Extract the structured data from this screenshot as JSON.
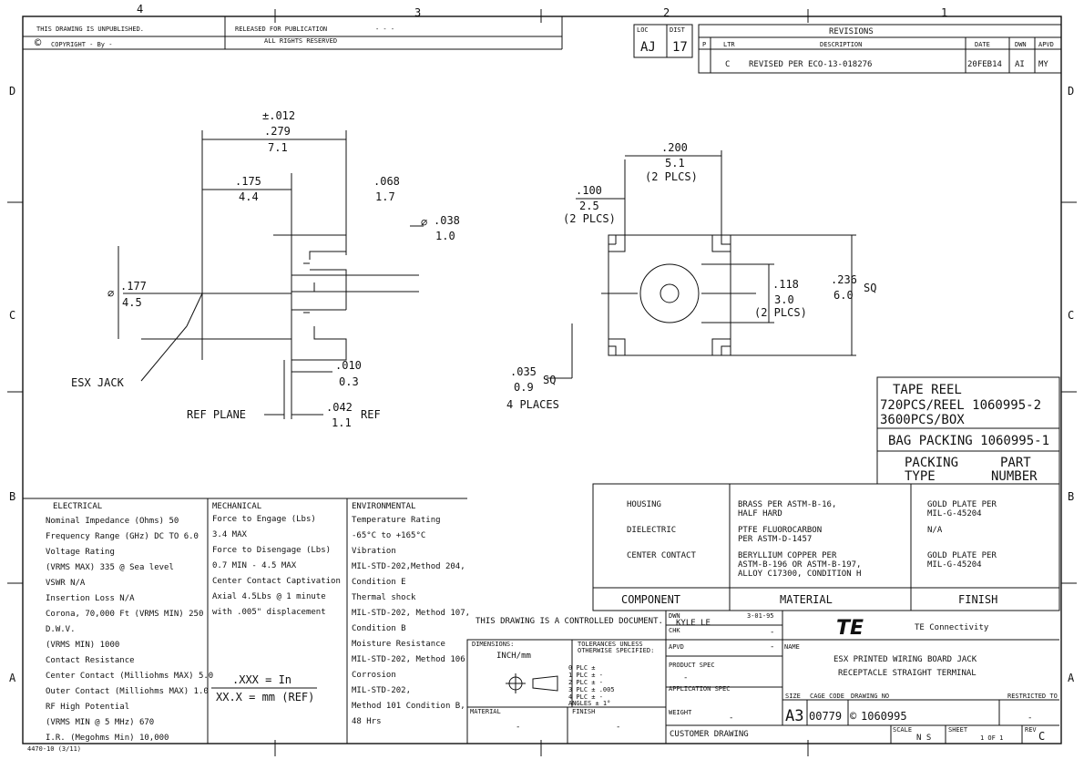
{
  "zones": {
    "top": [
      "4",
      "3",
      "2",
      "1"
    ],
    "side": [
      "D",
      "C",
      "B",
      "A"
    ]
  },
  "header": {
    "unpublished": "THIS DRAWING IS UNPUBLISHED.",
    "copyright": "COPYRIGHT  -     By -",
    "released": "RELEASED FOR PUBLICATION",
    "released_value": "-  -  -",
    "rights": "ALL RIGHTS RESERVED"
  },
  "loc_block": {
    "loc_label": "LOC",
    "loc_value": "AJ",
    "dist_label": "DIST",
    "dist_value": "17"
  },
  "revisions": {
    "title": "REVISIONS",
    "columns": [
      "P",
      "LTR",
      "DESCRIPTION",
      "DATE",
      "DWN",
      "APVD"
    ],
    "rows": [
      [
        "",
        "C",
        "REVISED PER ECO-13-018276",
        "20FEB14",
        "AI",
        "MY"
      ]
    ]
  },
  "side_view": {
    "tol": "±.012",
    "d279_in": ".279",
    "d279_mm": "7.1",
    "d175_in": ".175",
    "d175_mm": "4.4",
    "d068_in": ".068",
    "d068_mm": "1.7",
    "d038_in": ".038",
    "d038_mm": "1.0",
    "d177_in": ".177",
    "d177_mm": "4.5",
    "d010_in": ".010",
    "d010_mm": "0.3",
    "d042_in": ".042",
    "d042_mm": "1.1",
    "esx_jack": "ESX JACK",
    "ref_plane": "REF PLANE",
    "ref": "REF"
  },
  "top_view": {
    "d200_in": ".200",
    "d200_mm": "5.1",
    "d200_note": "(2 PLCS)",
    "d100_in": ".100",
    "d100_mm": "2.5",
    "d100_note": "(2 PLCS)",
    "d118_in": ".118",
    "d118_mm": "3.0",
    "d118_note": "(2 PLCS)",
    "d236_in": ".236",
    "d236_mm": "6.0",
    "sq": "SQ",
    "d035_in": ".035",
    "d035_mm": "0.9",
    "sq2": "SQ",
    "places": "4 PLACES"
  },
  "packing": {
    "tape_reel": "TAPE REEL",
    "reel_line1": "720PCS/REEL 1060995-2",
    "reel_line2": "3600PCS/BOX",
    "bag": "BAG PACKING 1060995-1",
    "packing_type": [
      "PACKING",
      "TYPE"
    ],
    "part_number": [
      "PART",
      "NUMBER"
    ]
  },
  "materials": {
    "rows": [
      {
        "component": "HOUSING",
        "material": [
          "BRASS PER ASTM-B-16,",
          "HALF HARD"
        ],
        "finish": [
          "GOLD PLATE PER",
          "MIL-G-45204"
        ]
      },
      {
        "component": "DIELECTRIC",
        "material": [
          "PTFE FLUOROCARBON",
          "PER ASTM-D-1457"
        ],
        "finish": [
          "N/A"
        ]
      },
      {
        "component": "CENTER CONTACT",
        "material": [
          "BERYLLIUM COPPER PER",
          "ASTM-B-196 OR ASTM-B-197,",
          "ALLOY C17300, CONDITION H"
        ],
        "finish": [
          "GOLD PLATE PER",
          "MIL-G-45204"
        ]
      }
    ],
    "headers": [
      "COMPONENT",
      "MATERIAL",
      "FINISH"
    ]
  },
  "electrical": {
    "title": "ELECTRICAL",
    "lines": [
      "Nominal Impedance (Ohms) 50",
      "Frequency Range (GHz) DC TO 6.0",
      "Voltage Rating",
      "(VRMS MAX) 335 @ Sea level",
      "VSWR    N/A",
      "Insertion Loss    N/A",
      "Corona, 70,000 Ft (VRMS MIN) 250",
      "D.W.V.",
      "(VRMS MIN) 1000",
      "Contact Resistance",
      "Center Contact (Milliohms MAX) 5.0",
      "Outer Contact (Milliohms MAX) 1.0",
      "RF High Potential",
      "(VRMS MIN @ 5 MHz) 670",
      "I.R. (Megohms Min) 10,000"
    ]
  },
  "mechanical": {
    "title": "MECHANICAL",
    "lines": [
      "Force to Engage (Lbs)",
      "3.4 MAX",
      "Force to Disengage (Lbs)",
      "0.7 MIN - 4.5 MAX",
      "Center Contact Captivation",
      "Axial 4.5Lbs @ 1 minute",
      "with .005\" displacement"
    ]
  },
  "environmental": {
    "title": "ENVIRONMENTAL",
    "lines": [
      "Temperature Rating",
      "-65°C to +165°C",
      "Vibration",
      "MIL-STD-202,Method 204,",
      "Condition E",
      "Thermal shock",
      "MIL-STD-202, Method 107,",
      "Condition B",
      "Moisture Resistance",
      "MIL-STD-202, Method 106",
      "Corrosion",
      "MIL-STD-202,",
      "Method 101 Condition B,",
      "48 Hrs"
    ]
  },
  "units_note": {
    "line1": ".XXX  =  In",
    "line2": "XX.X  =  mm (REF)"
  },
  "controlled": "THIS DRAWING IS A CONTROLLED DOCUMENT.",
  "dimensions_box": {
    "dims": "DIMENSIONS:",
    "unit": "INCH/mm",
    "tol_title": [
      "TOLERANCES UNLESS",
      "OTHERWISE SPECIFIED:"
    ],
    "plc": [
      "0 PLC    ±",
      "1 PLC    ± -",
      "2 PLC    ± -",
      "3 PLC    ± .005",
      "4 PLC    ± -",
      "ANGLES       ± 1°"
    ],
    "material": "MATERIAL",
    "finish": "FINISH",
    "mat_val": "-",
    "fin_val": "-"
  },
  "title_block": {
    "dwn_label": "DWN",
    "dwn_value": "KYLE LE",
    "dwn_date": "3-01-95",
    "chk_label": "CHK",
    "chk_value": "-",
    "apvd_label": "APVD",
    "apvd_value": "-",
    "name_label": "NAME",
    "company": "TE Connectivity",
    "logo": "TE",
    "title1": "ESX PRINTED WIRING BOARD JACK",
    "title2": "RECEPTACLE STRAIGHT TERMINAL",
    "product_spec": "PRODUCT SPEC",
    "product_spec_value": "-",
    "app_spec": "APPLICATION SPEC",
    "weight": "WEIGHT",
    "weight_value": "-",
    "size_label": "SIZE",
    "size": "A3",
    "cage_label": "CAGE CODE",
    "cage": "00779",
    "dwg_label": "DRAWING NO",
    "dwg": "1060995",
    "restricted": "RESTRICTED TO",
    "restricted_value": "-",
    "customer": "CUSTOMER DRAWING",
    "scale_label": "SCALE",
    "scale": "N S",
    "sheet_label": "SHEET",
    "sheet": "1 OF 1",
    "rev_label": "REV",
    "rev": "C"
  },
  "form_no": "4470-10 (3/11)"
}
